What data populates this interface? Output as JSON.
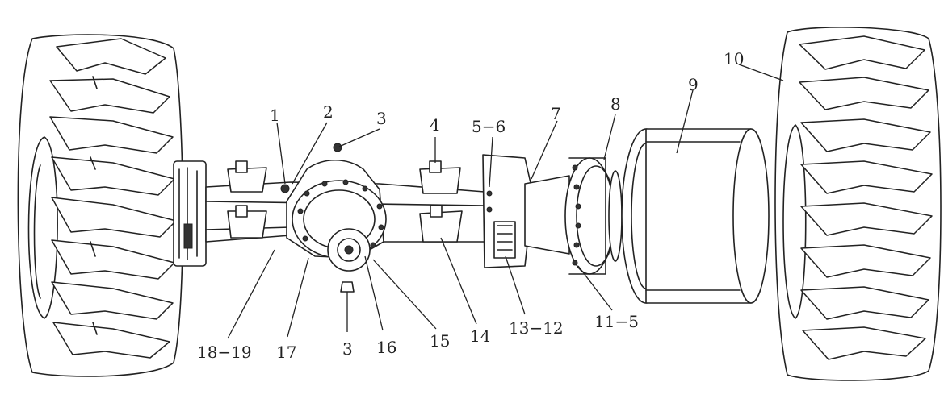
{
  "labels": {
    "l1": "1",
    "l2": "2",
    "l3_top": "3",
    "l4": "4",
    "l5_6": "5−6",
    "l7": "7",
    "l8": "8",
    "l9": "9",
    "l10": "10",
    "l11_5": "11−5",
    "l13_12": "13−12",
    "l14": "14",
    "l15": "15",
    "l16": "16",
    "l3_bottom": "3",
    "l17": "17",
    "l18_19": "18−19"
  }
}
